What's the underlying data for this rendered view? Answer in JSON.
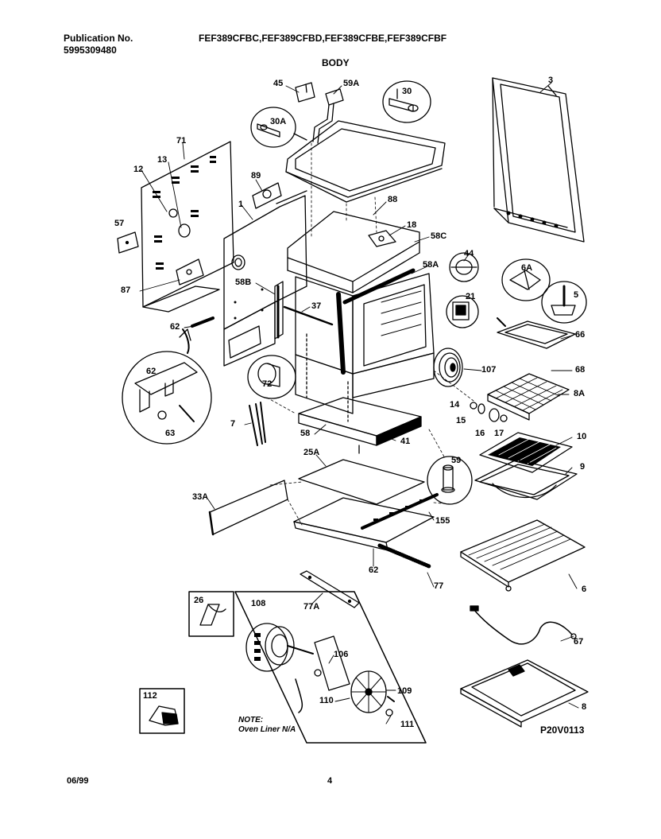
{
  "header": {
    "publication_label": "Publication No.",
    "publication_number": "5995309480",
    "models": "FEF389CFBC,FEF389CFBD,FEF389CFBE,FEF389CFBF",
    "section_title": "BODY"
  },
  "callouts": {
    "c3": "3",
    "c45": "45",
    "c59A": "59A",
    "c30": "30",
    "c30A": "30A",
    "c71": "71",
    "c12": "12",
    "c13": "13",
    "c89": "89",
    "c1": "1",
    "c88": "88",
    "c18": "18",
    "c57": "57",
    "c58C": "58C",
    "c44": "44",
    "c6A_top": "6A",
    "c58A": "58A",
    "c58B": "58B",
    "c87": "87",
    "c5": "5",
    "c21": "21",
    "c37": "37",
    "c62_side": "62",
    "c66": "66",
    "c62_det": "62",
    "c107": "107",
    "c72": "72",
    "c68": "68",
    "c8A": "8A",
    "c14": "14",
    "c15": "15",
    "c16": "16",
    "c17": "17",
    "c63": "63",
    "c7": "7",
    "c58": "58",
    "c41": "41",
    "c10": "10",
    "c25A": "25A",
    "c59": "59",
    "c9": "9",
    "c33A": "33A",
    "c155": "155",
    "c62_bottom": "62",
    "c77": "77",
    "c6": "6",
    "c26": "26",
    "c77A": "77A",
    "c108": "108",
    "c106": "106",
    "c67": "67",
    "c109": "109",
    "c110": "110",
    "c112": "112",
    "c111": "111",
    "c8": "8"
  },
  "note": {
    "title": "NOTE:",
    "text": "Oven Liner N/A"
  },
  "diagram_code": "P20V0113",
  "footer": {
    "date": "06/99",
    "page": "4"
  }
}
